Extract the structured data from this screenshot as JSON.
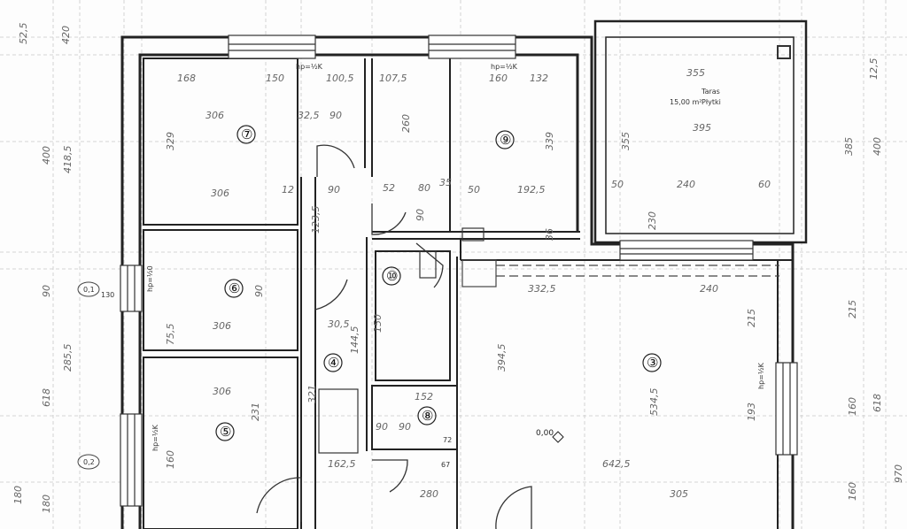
{
  "plan": {
    "rooms": [
      {
        "label": "⑦"
      },
      {
        "label": "⑨"
      },
      {
        "label": "⑥"
      },
      {
        "label": "⑩"
      },
      {
        "label": "④"
      },
      {
        "label": "③"
      },
      {
        "label": "⑤"
      },
      {
        "label": "⑧"
      }
    ],
    "level_mark": "0,00",
    "terrace": {
      "area": "15,00 m²",
      "name": "Taras",
      "finish": "Płytki"
    },
    "window_labels": [
      "hp=½K",
      "hp=½K",
      "hp=½0",
      "hp=½K",
      "hp=½K"
    ],
    "dims_top": [
      "52,5",
      "420",
      "168",
      "150",
      "100,5",
      "107,5",
      "160",
      "132",
      "355",
      "12,5"
    ],
    "dims_interior": [
      "306",
      "32,5",
      "90",
      "306",
      "90",
      "12",
      "52",
      "80",
      "35",
      "50",
      "192,5",
      "329",
      "260",
      "339",
      "123,5",
      "90",
      "36",
      "395",
      "240",
      "50",
      "60",
      "355",
      "306",
      "90",
      "75,5",
      "30,5",
      "144,5",
      "332,5",
      "240",
      "215",
      "306",
      "231",
      "321",
      "152",
      "90",
      "90",
      "162,5",
      "280",
      "642,5",
      "305",
      "534,5",
      "394,5",
      "230",
      "150",
      "193",
      "160"
    ],
    "dims_left": [
      "400",
      "418,5",
      "285,5",
      "618",
      "180",
      "90",
      "180"
    ],
    "dims_right": [
      "385",
      "400",
      "215",
      "618",
      "160",
      "970",
      "160"
    ],
    "misc": [
      "0,2",
      "0,1",
      "130",
      "67",
      "72"
    ]
  }
}
